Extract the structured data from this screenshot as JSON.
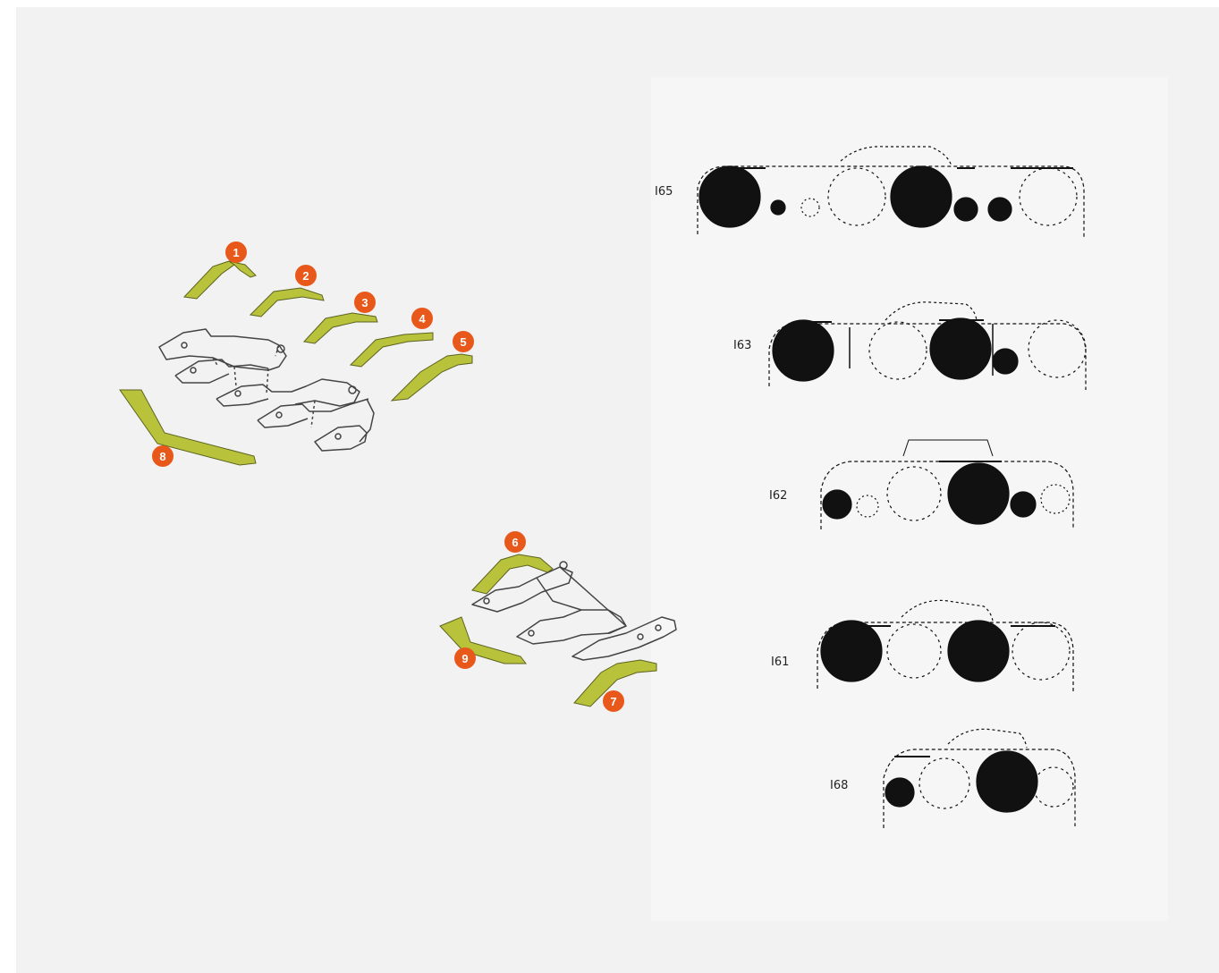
{
  "colors": {
    "background": "#f2f2f2",
    "right_panel": "#f6f6f6",
    "blade": "#b8c23a",
    "blade_edge": "#5d6320",
    "frame_stroke": "#444444",
    "badge": "#e8581a",
    "badge_text": "#ffffff",
    "ink": "#111111"
  },
  "callouts": [
    {
      "number": "1"
    },
    {
      "number": "2"
    },
    {
      "number": "3"
    },
    {
      "number": "4"
    },
    {
      "number": "5"
    },
    {
      "number": "6"
    },
    {
      "number": "7"
    },
    {
      "number": "8"
    },
    {
      "number": "9"
    }
  ],
  "configurations": [
    {
      "label": "I65"
    },
    {
      "label": "I63"
    },
    {
      "label": "I62"
    },
    {
      "label": "I61"
    },
    {
      "label": "I68"
    }
  ]
}
